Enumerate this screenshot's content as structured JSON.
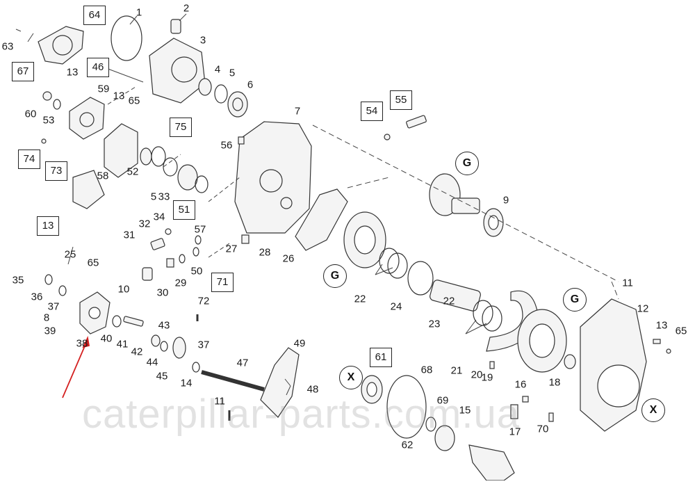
{
  "plain_labels": [
    "1",
    "2",
    "3",
    "4",
    "5",
    "6",
    "7",
    "9",
    "10",
    "11",
    "11",
    "12",
    "13",
    "13",
    "13",
    "14",
    "15",
    "16",
    "17",
    "18",
    "19",
    "20",
    "21",
    "22",
    "22",
    "23",
    "24",
    "25",
    "26",
    "27",
    "28",
    "29",
    "30",
    "31",
    "32",
    "33",
    "34",
    "35",
    "36",
    "37",
    "37",
    "38",
    "39",
    "40",
    "41",
    "42",
    "43",
    "44",
    "45",
    "47",
    "48",
    "49",
    "50",
    "52",
    "53",
    "56",
    "57",
    "58",
    "59",
    "60",
    "62",
    "63",
    "65",
    "65",
    "65",
    "69",
    "70",
    "72",
    "68",
    "5",
    "8"
  ],
  "boxed_labels": [
    "64",
    "67",
    "46",
    "75",
    "74",
    "73",
    "51",
    "13",
    "71",
    "54",
    "55",
    "61"
  ],
  "circle_labels": [
    "G",
    "G",
    "G",
    "X",
    "X"
  ],
  "watermark": "caterpillar-parts.com.ua",
  "colors": {
    "arrow": "#d42020",
    "line": "#333333",
    "part_fill": "#f4f4f4"
  }
}
